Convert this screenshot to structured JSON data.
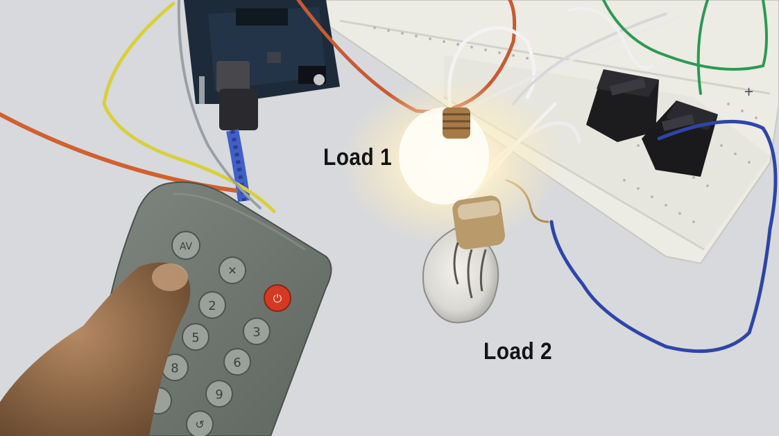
{
  "captions": {
    "load_1": "Load 1",
    "load_2": "Load 2"
  },
  "remote_keys": {
    "av": "AV",
    "two": "2",
    "three": "3",
    "five": "5",
    "six": "6",
    "eight": "8",
    "nine": "9"
  },
  "colors": {
    "background": "#d6d8dc",
    "breadboard": "#ecebe4",
    "arduino_board": "#1d2a3a",
    "remote_body": "#6f7670",
    "power_button": "#d43a22",
    "wire_orange": "#d2602f",
    "wire_yellow": "#d9cf3b",
    "wire_blue": "#2e45a8",
    "wire_green": "#2c9a52",
    "caption_text": "#141414"
  }
}
